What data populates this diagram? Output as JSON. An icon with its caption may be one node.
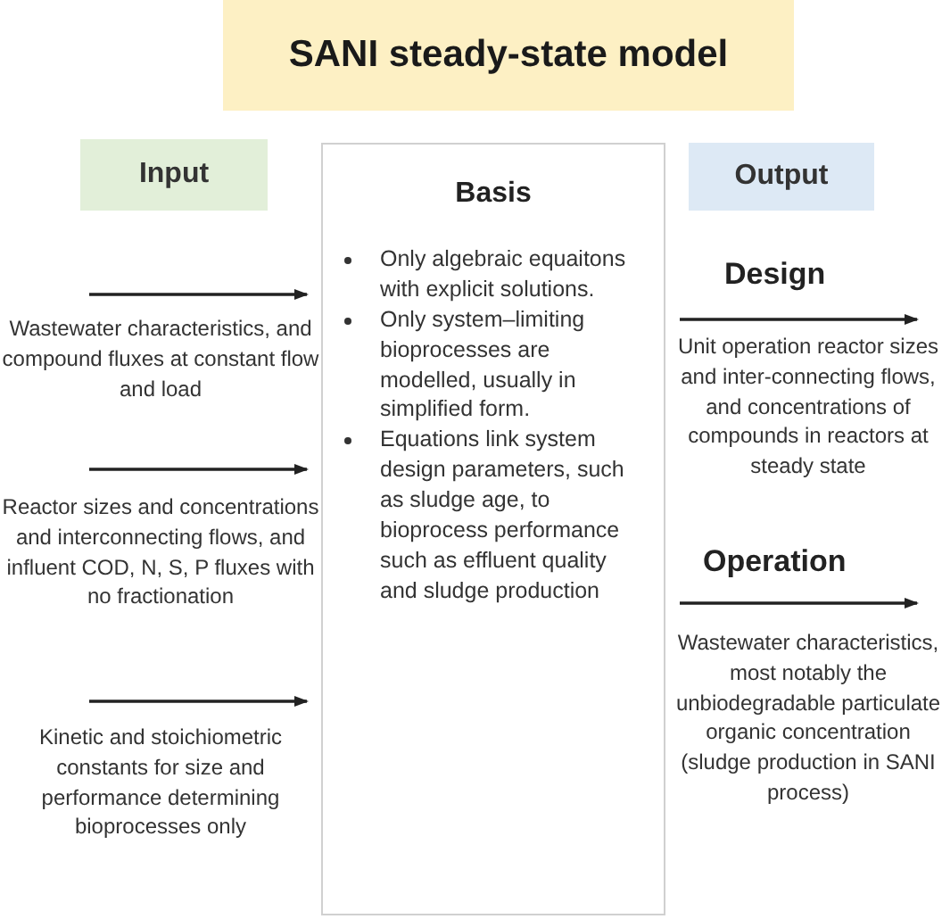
{
  "diagram": {
    "nodes": [
      {
        "text": [
          "SANI steady-state model"
        ]
      },
      {
        "text": [
          "Input"
        ]
      },
      {
        "text": [
          "Basis",
          "Only algebraic equaitons with explicit solutions.",
          "Only system–limiting bioprocesses are modelled, usually in simplified form.",
          "Equations link system design parameters, such as sludge age, to bioprocess performance such as effluent quality and sludge production"
        ]
      },
      {
        "text": [
          "Output"
        ]
      }
    ],
    "edges": [
      {
        "from": null,
        "to": 2,
        "arrow": "to",
        "label": "Wastewater characteristics, and compound fluxes at constant flow and load"
      },
      {
        "from": null,
        "to": 2,
        "arrow": "to",
        "label": "Reactor sizes and concentrations and interconnecting flows, and influent COD, N, S, P fluxes with no fractionation"
      },
      {
        "from": null,
        "to": 2,
        "arrow": "to",
        "label": "Kinetic and stoichiometric constants for size and performance determining bioprocesses only"
      },
      {
        "from": 2,
        "to": null,
        "arrow": "to",
        "label": "Unit operation reactor sizes and inter-connecting flows, and concentrations of compounds in reactors at steady state"
      },
      {
        "from": 2,
        "to": null,
        "arrow": "to",
        "label": "Wastewater characteristics, most notably the unbiodegradable particulate organic concentration (sludge production in SANI process)"
      }
    ],
    "labels": [
      "Design",
      "Operation"
    ]
  }
}
